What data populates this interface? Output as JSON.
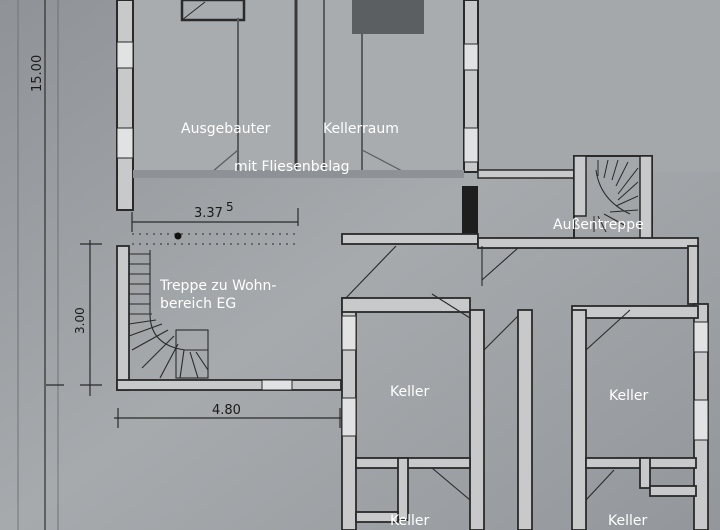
{
  "labels": {
    "ausgebauter": "Ausgebauter",
    "kellerraum": "Kellerraum",
    "fliesenbelag": "mit Fliesenbelag",
    "aussentreppe": "Außentreppe",
    "treppe_line1": "Treppe zu Wohn-",
    "treppe_line2": "bereich EG",
    "keller_1": "Keller",
    "keller_2": "Keller",
    "keller_3": "Keller",
    "keller_4": "Keller"
  },
  "dimensions": {
    "height_total": "15.00",
    "width_stair_main": "3.37",
    "width_stair_sup": "5",
    "height_stair": "3.00",
    "width_bottom": "4.80"
  },
  "colors": {
    "paper": "#9a9ea2",
    "paper_light": "#b4b7ba",
    "wall": "#2a2a2a",
    "wall_fill": "#c7c9cb",
    "label": "#ffffff"
  }
}
